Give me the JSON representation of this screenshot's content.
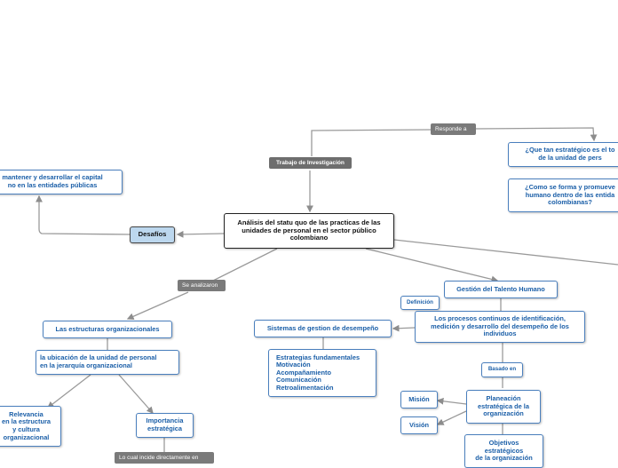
{
  "central": "Análisis del statu quo de las practicas de las unidades de personal en el sector público colombiano",
  "trabajo": "Trabajo de Investigación",
  "responde": "Responde a",
  "pregunta1": "¿Que tan estratégico es el to\nde la unidad de pers",
  "pregunta2": "¿Como se forma y promueve\nhumano dentro de las entida\ncolombianas?",
  "mantener": "mantener y desarrollar el capital\nno en las entidades públicas",
  "desafios": "Desafíos",
  "se_analizaron": "Se analizaron",
  "estructuras": "Las estructuras organizacionales",
  "ubicacion": "la ubicación de la unidad de personal\nen la jerarquía organizacional",
  "relevancia": "Relevancia\nen la estructura\ny cultura\norganizacional",
  "importancia": "Importancia\nestratégica",
  "incide": "Lo cual incide directamente en",
  "sistemas": "Sistemas de gestion de desempeño",
  "estrategias": "Estrategias fundamentales\nMotivación\nAcompañamiento\nComunicación\nRetroalimentación",
  "gestion": "Gestión del Talento Humano",
  "definicion": "Definición",
  "procesos": "Los procesos continuos de identificación,\nmedición y desarrollo del desempeño de los\nindividuos",
  "basado": "Basado en",
  "mision": "Misión",
  "vision": "Visión",
  "planeacion": "Planeación\nestratégica de la\norganización",
  "objetivos": "Objetivos\nestratégicos\nde la organización"
}
